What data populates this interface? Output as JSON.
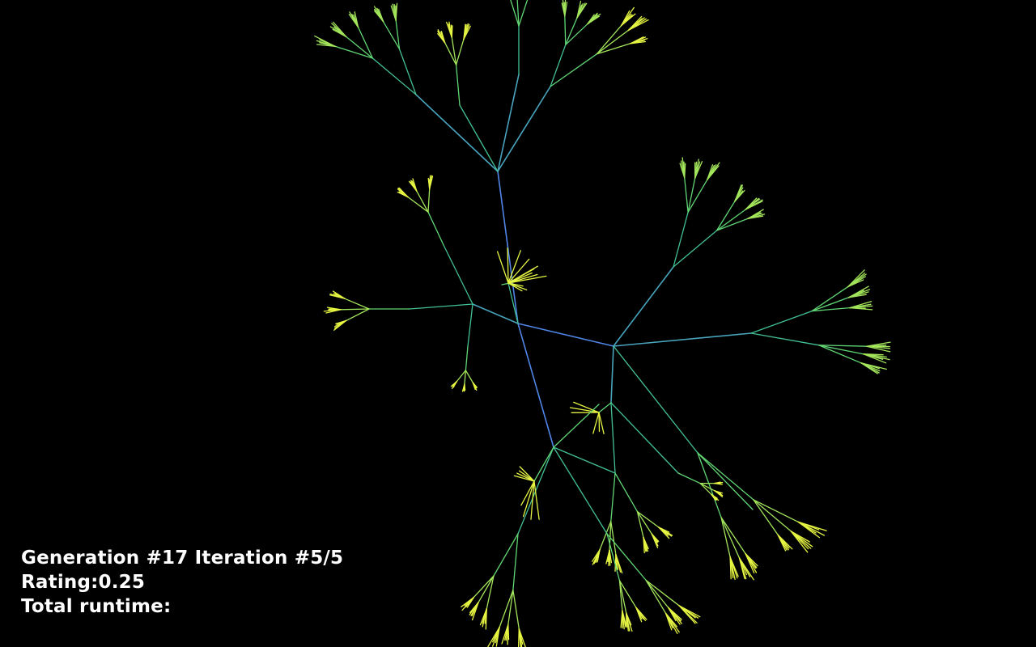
{
  "hud": {
    "generation_label": "Generation #17 Iteration #5/5",
    "rating_label": "Rating:0.25",
    "runtime_label": "Total runtime:"
  },
  "colors": {
    "background": "#000000",
    "trunk": "#4f86e8",
    "mid": "#3fd080",
    "tip": "#e6f542",
    "text": "#ffffff"
  },
  "simulation": {
    "generation": 17,
    "iteration": 5,
    "iterations_total": 5,
    "rating": 0.25
  }
}
